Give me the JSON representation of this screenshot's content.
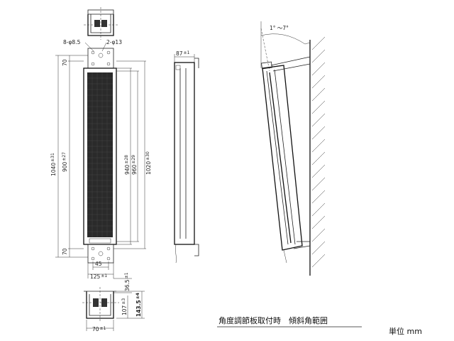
{
  "labels": {
    "holes_small": "8-φ8.5",
    "holes_large": "2-φ13",
    "dim_total_height": "1040",
    "dim_total_height_tol": "±31",
    "dim_inner_height": "900",
    "dim_inner_height_tol": "±27",
    "dim_top_margin": "70",
    "dim_bottom_margin": "70",
    "dim_940": "940",
    "dim_940_tol": "±28",
    "dim_960": "960",
    "dim_960_tol": "±29",
    "dim_1020": "1020",
    "dim_1020_tol": "±30",
    "dim_depth": "87",
    "dim_depth_tol": "±1",
    "dim_45": "45",
    "dim_width": "125",
    "dim_width_tol": "±1",
    "dim_36_5": "36.5",
    "dim_36_5_tol": "±1",
    "dim_107": "107",
    "dim_107_tol": "±3",
    "dim_143_5": "143.5",
    "dim_143_5_tol": "±4",
    "dim_70_bottom": "70",
    "dim_70_bottom_tol": "±1",
    "angle_range": "1° ～7°"
  },
  "caption": "角度調節板取付時　傾斜角範囲",
  "unit": "単位 mm"
}
